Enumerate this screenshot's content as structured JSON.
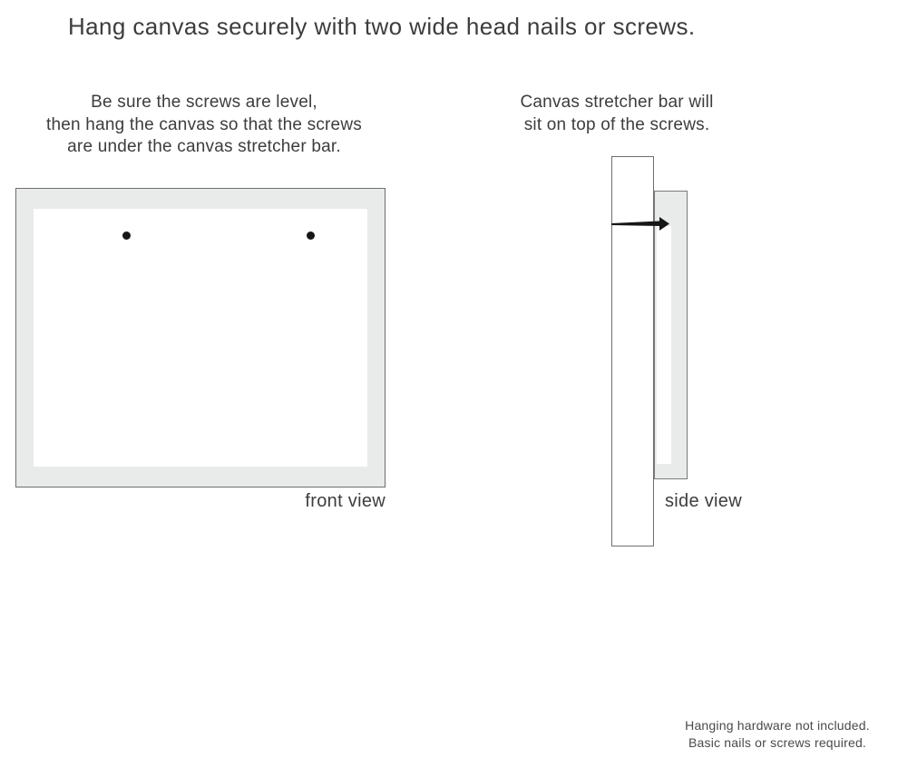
{
  "title": "Hang canvas securely with two wide head nails or screws.",
  "instructions": {
    "front": "Be sure the screws are level,\nthen hang the canvas so that the screws\nare under the canvas stretcher bar.",
    "side": "Canvas stretcher bar will\nsit on top of the screws."
  },
  "front_view": {
    "label": "front view",
    "screw_count": 2
  },
  "side_view": {
    "label": "side view"
  },
  "footer": "Hanging hardware not included.\nBasic nails or screws required.",
  "colors": {
    "canvas-gray": "#e9eaea",
    "border-gray": "#6e6e6e",
    "text-dark": "#3d3d3d",
    "nail-black": "#161616",
    "bg": "#ffffff"
  }
}
